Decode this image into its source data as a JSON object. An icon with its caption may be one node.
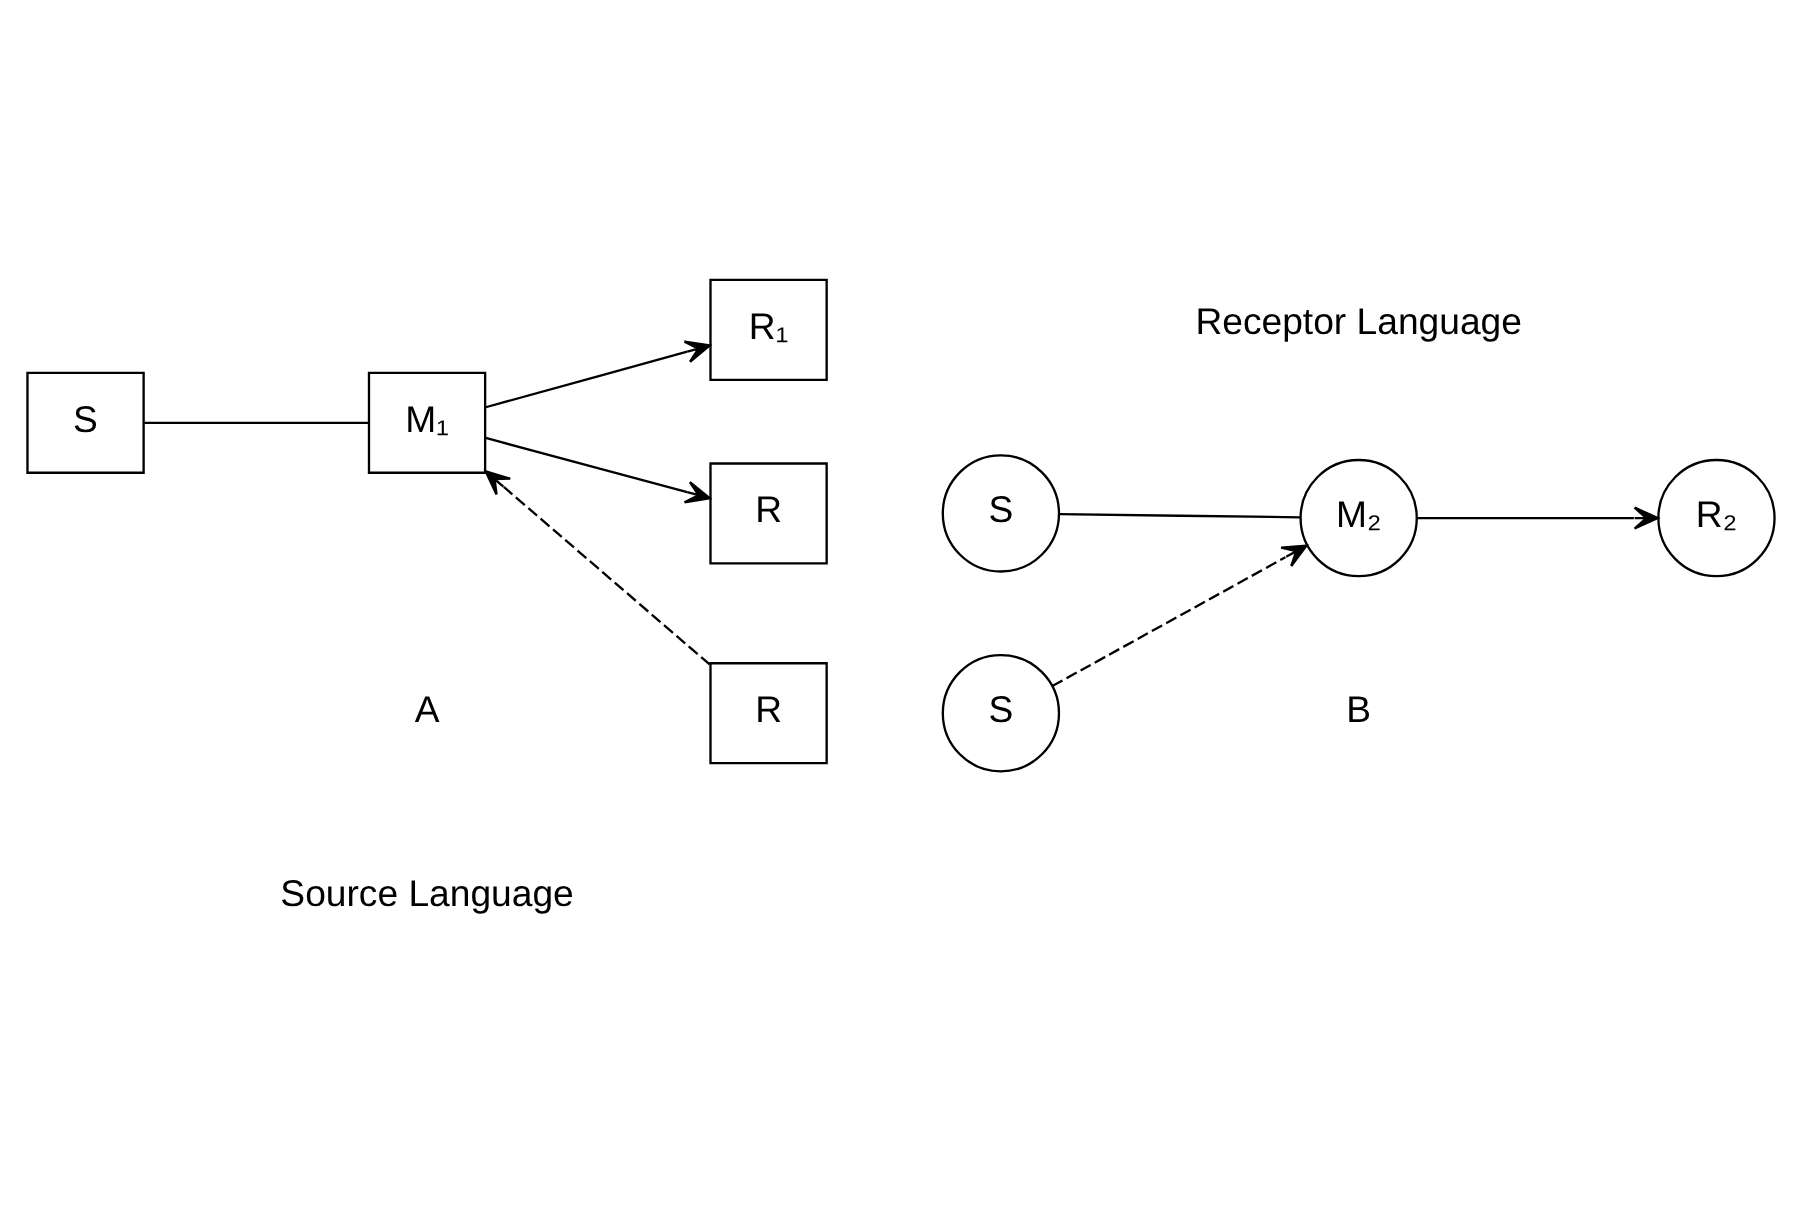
{
  "diagram": {
    "nodes": [
      {
        "text": [
          "S"
        ]
      },
      {
        "text": [
          "M₁"
        ]
      },
      {
        "text": [
          "R₁"
        ]
      },
      {
        "text": [
          "R"
        ]
      },
      {
        "text": [
          "S"
        ]
      },
      {
        "text": [
          "M₂"
        ]
      },
      {
        "text": [
          "R₂"
        ]
      },
      {
        "text": [
          "R"
        ]
      },
      {
        "text": [
          "S"
        ]
      }
    ],
    "edges": [
      {
        "from": 0,
        "to": 1,
        "arrow": "none"
      },
      {
        "from": 1,
        "to": 2,
        "arrow": "to"
      },
      {
        "from": 1,
        "to": 3,
        "arrow": "to"
      },
      {
        "from": 4,
        "to": 5,
        "arrow": "none"
      },
      {
        "from": 5,
        "to": 6,
        "arrow": "to"
      },
      {
        "from": 7,
        "to": 1,
        "arrow": "to",
        "style": "dashed"
      },
      {
        "from": 8,
        "to": 5,
        "arrow": "to",
        "style": "dashed"
      }
    ],
    "labels": [
      "A",
      "Source Language",
      "B",
      "Receptor Language"
    ]
  }
}
